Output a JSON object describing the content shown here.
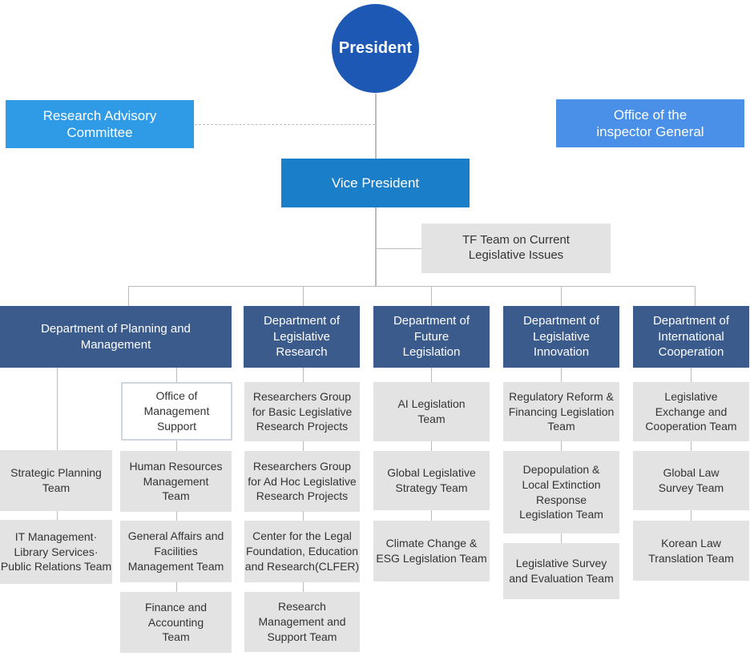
{
  "org": {
    "president": "President",
    "research_advisory": "Research Advisory\nCommittee",
    "inspector": "Office of the\ninspector General",
    "vice_president": "Vice President",
    "tf_team": "TF Team on Current\nLegislative Issues",
    "departments": {
      "planning": {
        "title": "Department of Planning and\nManagement",
        "left_teams": [
          "Strategic Planning\nTeam",
          "IT Management·\nLibrary Services·\nPublic Relations Team"
        ],
        "office": "Office of\nManagement\nSupport",
        "right_teams": [
          "Human Resources\nManagement\nTeam",
          "General Affairs and\nFacilities\nManagement Team",
          "Finance and\nAccounting\nTeam"
        ]
      },
      "research": {
        "title": "Department of\nLegislative\nResearch",
        "teams": [
          "Researchers Group\nfor Basic Legislative\nResearch Projects",
          "Researchers Group\nfor Ad Hoc Legislative\nResearch Projects",
          "Center for the Legal\nFoundation, Education\nand Research(CLFER)",
          "Research\nManagement and\nSupport Team"
        ]
      },
      "future": {
        "title": "Department of\nFuture\nLegislation",
        "teams": [
          "AI Legislation\nTeam",
          "Global Legislative\nStrategy Team",
          "Climate Change &\nESG Legislation Team"
        ]
      },
      "innovation": {
        "title": "Department of\nLegislative\nInnovation",
        "teams": [
          "Regulatory Reform &\nFinancing Legislation\nTeam",
          "Depopulation &\nLocal Extinction\nResponse\nLegislation Team",
          "Legislative Survey\nand Evaluation Team"
        ]
      },
      "international": {
        "title": "Department of\nInternational\nCooperation",
        "teams": [
          "Legislative\nExchange and\nCooperation Team",
          "Global Law\nSurvey Team",
          "Korean Law\nTranslation Team"
        ]
      }
    }
  }
}
